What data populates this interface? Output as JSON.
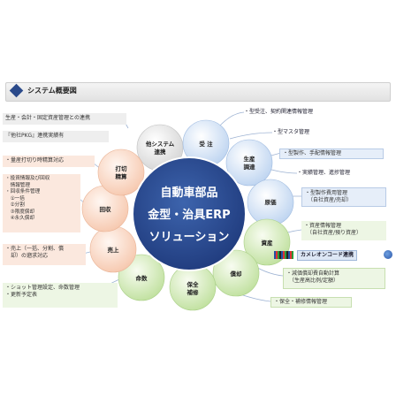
{
  "header": {
    "title": "システム概要図"
  },
  "center": {
    "line1": "自動車部品",
    "line2": "金型・治具ERP",
    "line3": "ソリューション"
  },
  "bubbles": [
    {
      "line1": "他システム",
      "line2": "連携"
    },
    {
      "line1": "受 注",
      "line2": ""
    },
    {
      "line1": "生産",
      "line2": "調達"
    },
    {
      "line1": "原価",
      "line2": ""
    },
    {
      "line1": "資産",
      "line2": ""
    },
    {
      "line1": "償却",
      "line2": ""
    },
    {
      "line1": "保全",
      "line2": "補修"
    },
    {
      "line1": "命数",
      "line2": ""
    },
    {
      "line1": "売上",
      "line2": ""
    },
    {
      "line1": "回収",
      "line2": ""
    },
    {
      "line1": "打切",
      "line2": "精算"
    }
  ],
  "left_boxes": [
    "生産・会計・固定資産管理との連携",
    "『他社PKG』連携実績有",
    "・量産打切り時精算対応",
    "・投資情報及び回収\n　情報管理\n・回収条件管理\n　①一括\n　②分割\n　③限度償却\n　④永久償却",
    "・売上（一括、分割、償\n　却）の遡求対応",
    "・ショット管理設定、命数管理\n・更新予定表"
  ],
  "right_labels": [
    "・型受注、契約関連情報管理",
    "・型マスタ管理",
    "・型製作、手配情報管理",
    "・実績管理、進捗管理",
    "・型製作費用管理\n　（自社資産/売却）",
    "・資産情報管理\n　（自社資産/預り資産）",
    "カメレオンコード連携",
    "・減価償却費自動計算\n　（生産高比例/定額）",
    "・保全・補修情報管理"
  ]
}
